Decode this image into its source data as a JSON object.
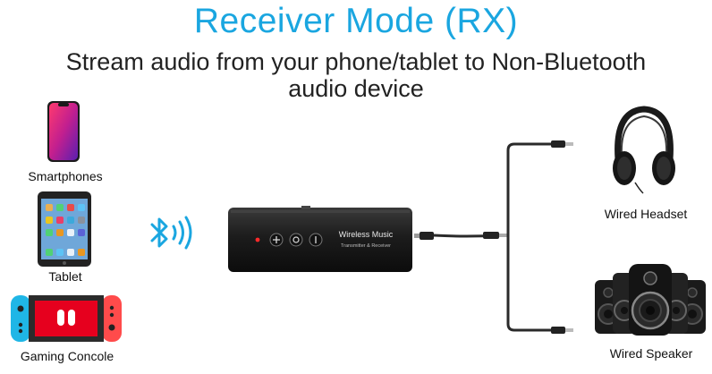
{
  "header": {
    "title": "Receiver Mode (RX)",
    "subtitle_line1": "Stream audio from your phone/tablet to Non-Bluetooth",
    "subtitle_line2": "audio device"
  },
  "sources": [
    {
      "label": "Smartphones"
    },
    {
      "label": "Tablet"
    },
    {
      "label": "Gaming Concole"
    }
  ],
  "device": {
    "brand_text": "Wireless Music",
    "model_text": "Transmitter & Receiver"
  },
  "outputs": [
    {
      "label": "Wired Headset"
    },
    {
      "label": "Wired Speaker"
    }
  ],
  "colors": {
    "accent": "#1aa6e0",
    "device_body": "#1c1c1c",
    "cable": "#2a2a2a"
  },
  "icons": [
    "smartphone-icon",
    "tablet-icon",
    "game-console-icon",
    "bluetooth-icon",
    "headphones-icon",
    "speaker-icon"
  ]
}
